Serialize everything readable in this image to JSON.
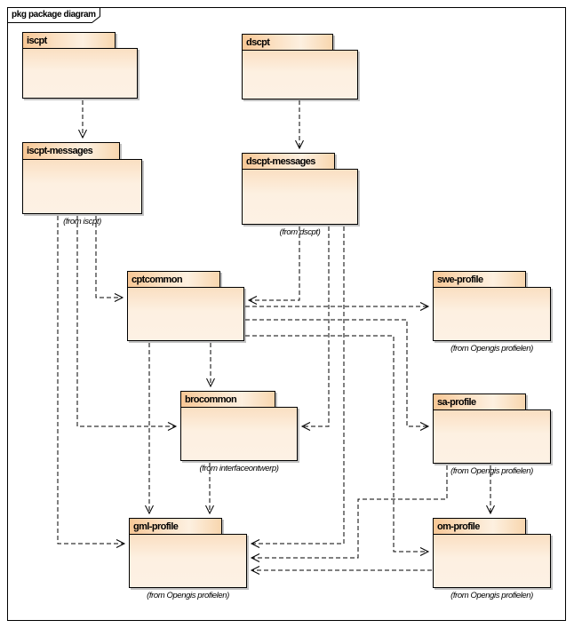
{
  "frame": {
    "title": "pkg package diagram"
  },
  "packages": [
    {
      "id": "iscpt",
      "name": "iscpt",
      "caption": ""
    },
    {
      "id": "dscpt",
      "name": "dscpt",
      "caption": ""
    },
    {
      "id": "iscpt-messages",
      "name": "iscpt-messages",
      "caption": "(from iscpt)"
    },
    {
      "id": "dscpt-messages",
      "name": "dscpt-messages",
      "caption": "(from dscpt)"
    },
    {
      "id": "cptcommon",
      "name": "cptcommon",
      "caption": ""
    },
    {
      "id": "swe-profile",
      "name": "swe-profile",
      "caption": "(from Opengis profielen)"
    },
    {
      "id": "brocommon",
      "name": "brocommon",
      "caption": "(from interfaceontwerp)"
    },
    {
      "id": "sa-profile",
      "name": "sa-profile",
      "caption": "(from Opengis profielen)"
    },
    {
      "id": "gml-profile",
      "name": "gml-profile",
      "caption": "(from Opengis profielen)"
    },
    {
      "id": "om-profile",
      "name": "om-profile",
      "caption": "(from Opengis profielen)"
    }
  ],
  "dependencies": [
    {
      "from": "iscpt",
      "to": "iscpt-messages"
    },
    {
      "from": "dscpt",
      "to": "dscpt-messages"
    },
    {
      "from": "iscpt-messages",
      "to": "cptcommon"
    },
    {
      "from": "iscpt-messages",
      "to": "brocommon"
    },
    {
      "from": "iscpt-messages",
      "to": "gml-profile"
    },
    {
      "from": "dscpt-messages",
      "to": "cptcommon"
    },
    {
      "from": "dscpt-messages",
      "to": "brocommon"
    },
    {
      "from": "dscpt-messages",
      "to": "gml-profile"
    },
    {
      "from": "cptcommon",
      "to": "swe-profile"
    },
    {
      "from": "cptcommon",
      "to": "sa-profile"
    },
    {
      "from": "cptcommon",
      "to": "om-profile"
    },
    {
      "from": "cptcommon",
      "to": "brocommon"
    },
    {
      "from": "cptcommon",
      "to": "gml-profile"
    },
    {
      "from": "brocommon",
      "to": "gml-profile"
    },
    {
      "from": "sa-profile",
      "to": "om-profile"
    },
    {
      "from": "sa-profile",
      "to": "gml-profile"
    },
    {
      "from": "om-profile",
      "to": "gml-profile"
    }
  ],
  "colors": {
    "background": "#ffffff",
    "package_fill": "#fdf0e1",
    "package_accent": "#f8c795",
    "border": "#000000",
    "connector": "#000000",
    "shadow": "#787878"
  }
}
